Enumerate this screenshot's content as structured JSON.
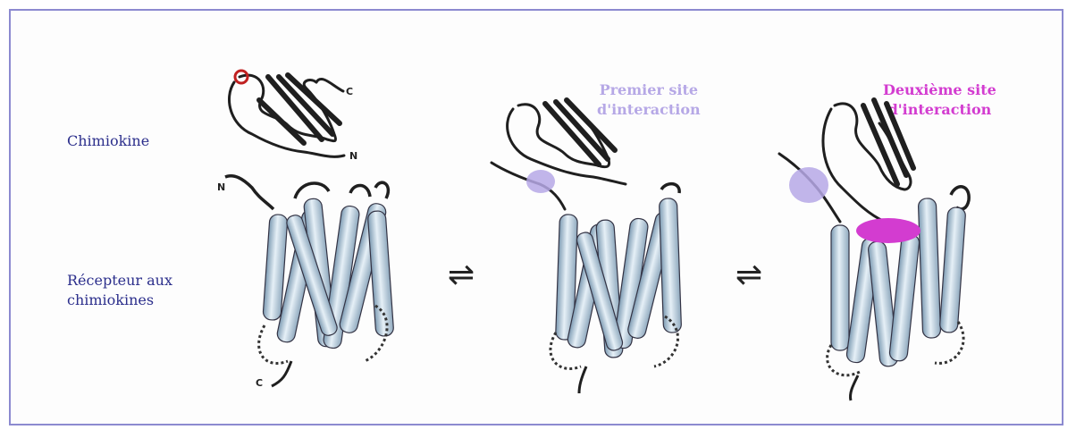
{
  "labels": {
    "chemokine": "Chimiokine",
    "receptor_line1": "Récepteur aux",
    "receptor_line2": "chimiokines"
  },
  "sites": {
    "first_line1": "Premier site",
    "first_line2": "d'interaction",
    "second_line1": "Deuxième site",
    "second_line2": "d'interaction"
  },
  "termini": {
    "n": "N",
    "c": "C"
  },
  "arrows": "⇌",
  "colors": {
    "label_text": "#2c2f8c",
    "first_site": "#b6a8e6",
    "second_site": "#d33cd0",
    "helix_fill": "#c9dcea",
    "frame": "#8c8ad0"
  }
}
